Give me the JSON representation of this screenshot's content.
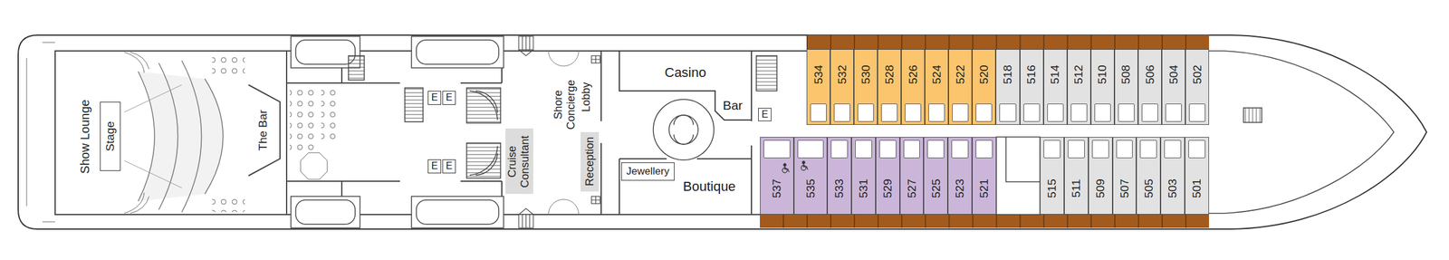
{
  "diagram": {
    "nodes": [
      {
        "text": [
          "Stage"
        ]
      },
      {
        "text": [
          "E"
        ]
      },
      {
        "text": [
          "E"
        ]
      },
      {
        "text": [
          "E"
        ]
      },
      {
        "text": [
          "E"
        ]
      },
      {
        "text": [
          "Casino"
        ]
      },
      {
        "text": [
          "Bar"
        ]
      },
      {
        "text": [
          "E"
        ]
      },
      {
        "text": [
          "Boutique"
        ]
      },
      {
        "text": [
          "Jewellery"
        ],
        "in": 8
      },
      {
        "text": [
          "534"
        ]
      },
      {
        "text": [
          "532"
        ]
      },
      {
        "text": [
          "530"
        ]
      },
      {
        "text": [
          "528"
        ]
      },
      {
        "text": [
          "526"
        ]
      },
      {
        "text": [
          "524"
        ]
      },
      {
        "text": [
          "522"
        ]
      },
      {
        "text": [
          "520"
        ]
      },
      {
        "text": [
          "518"
        ]
      },
      {
        "text": [
          "516"
        ]
      },
      {
        "text": [
          "514"
        ]
      },
      {
        "text": [
          "512"
        ]
      },
      {
        "text": [
          "510"
        ]
      },
      {
        "text": [
          "508"
        ]
      },
      {
        "text": [
          "506"
        ]
      },
      {
        "text": [
          "504"
        ]
      },
      {
        "text": [
          "502"
        ]
      },
      {
        "text": [
          "537"
        ]
      },
      {
        "text": [
          "535"
        ]
      },
      {
        "text": [
          "533"
        ]
      },
      {
        "text": [
          "531"
        ]
      },
      {
        "text": [
          "529"
        ]
      },
      {
        "text": [
          "527"
        ]
      },
      {
        "text": [
          "525"
        ]
      },
      {
        "text": [
          "523"
        ]
      },
      {
        "text": [
          "521"
        ]
      },
      {
        "text": [
          "515"
        ]
      },
      {
        "text": [
          "511"
        ]
      },
      {
        "text": [
          "509"
        ]
      },
      {
        "text": [
          "507"
        ]
      },
      {
        "text": [
          "505"
        ]
      },
      {
        "text": [
          "503"
        ]
      },
      {
        "text": [
          "501"
        ]
      }
    ],
    "labels": [
      "Show Lounge",
      "The Bar",
      "Shore Concierge",
      "Lobby",
      "Cruise Consultant",
      "Reception"
    ]
  }
}
